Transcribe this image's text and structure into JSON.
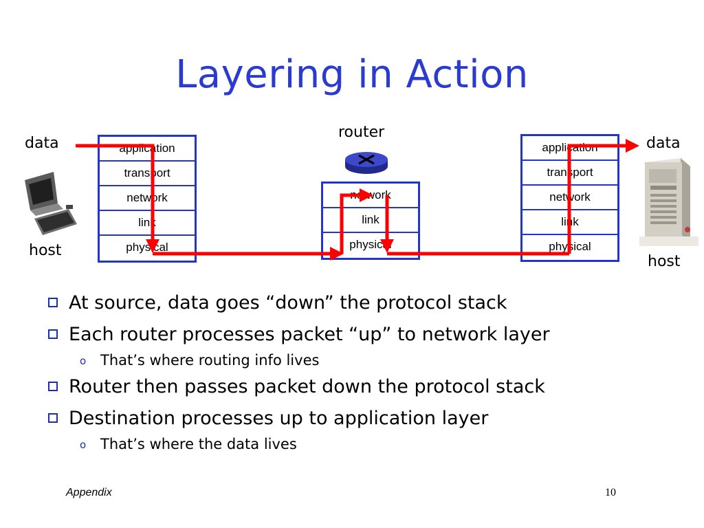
{
  "title": "Layering in Action",
  "labels": {
    "data_left": "data",
    "data_right": "data",
    "router": "router",
    "host_left": "host",
    "host_right": "host"
  },
  "stacks": {
    "source": [
      "application",
      "transport",
      "network",
      "link",
      "physical"
    ],
    "router": [
      "network",
      "link",
      "physical"
    ],
    "destination": [
      "application",
      "transport",
      "network",
      "link",
      "physical"
    ]
  },
  "bullets": [
    {
      "text": "At source, data goes “down” the protocol stack",
      "sub": []
    },
    {
      "text": "Each router processes packet “up” to network layer",
      "sub": [
        "That’s where routing info lives"
      ]
    },
    {
      "text": "Router then passes packet down the protocol stack",
      "sub": []
    },
    {
      "text": "Destination processes up to application layer",
      "sub": [
        "That’s where the data lives"
      ]
    }
  ],
  "footer": {
    "left": "Appendix",
    "page": "10"
  },
  "colors": {
    "title": "#2b3bd0",
    "stack_border": "#2335c8",
    "arrow": "#ff0000"
  }
}
